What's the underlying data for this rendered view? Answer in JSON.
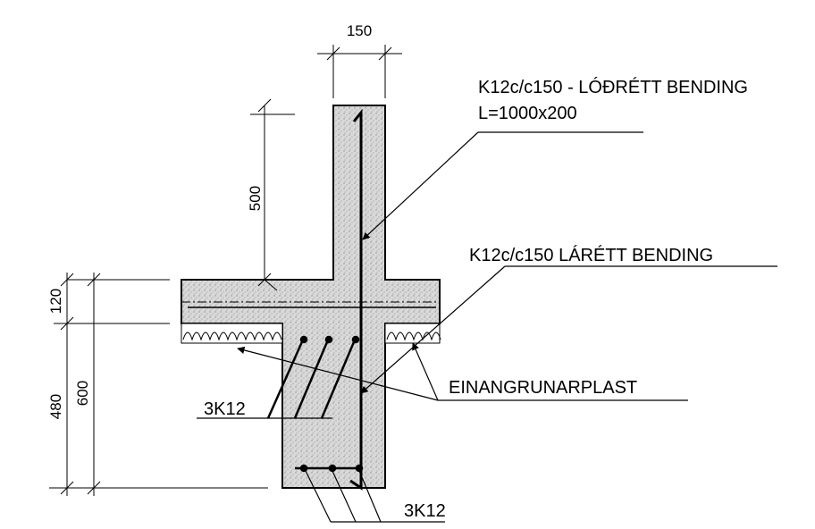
{
  "dimensions": {
    "wall_thickness": "150",
    "wall_height": "500",
    "slab_thickness": "120",
    "footing_depth": "600",
    "footing_below_slab": "480"
  },
  "labels": {
    "vertical_rebar": "K12c/c150 - LÓÐRÉTT BENDING",
    "vertical_rebar_length": "L=1000x200",
    "horizontal_rebar": "K12c/c150 LÁRÉTT BENDING",
    "insulation": "EINANGRUNARPLAST",
    "inclined_bars": "3K12",
    "bottom_bars": "3K12"
  },
  "colors": {
    "concrete_fill": "#dcdcdc",
    "insulation_fill": "#ffffff",
    "line": "#000000"
  }
}
